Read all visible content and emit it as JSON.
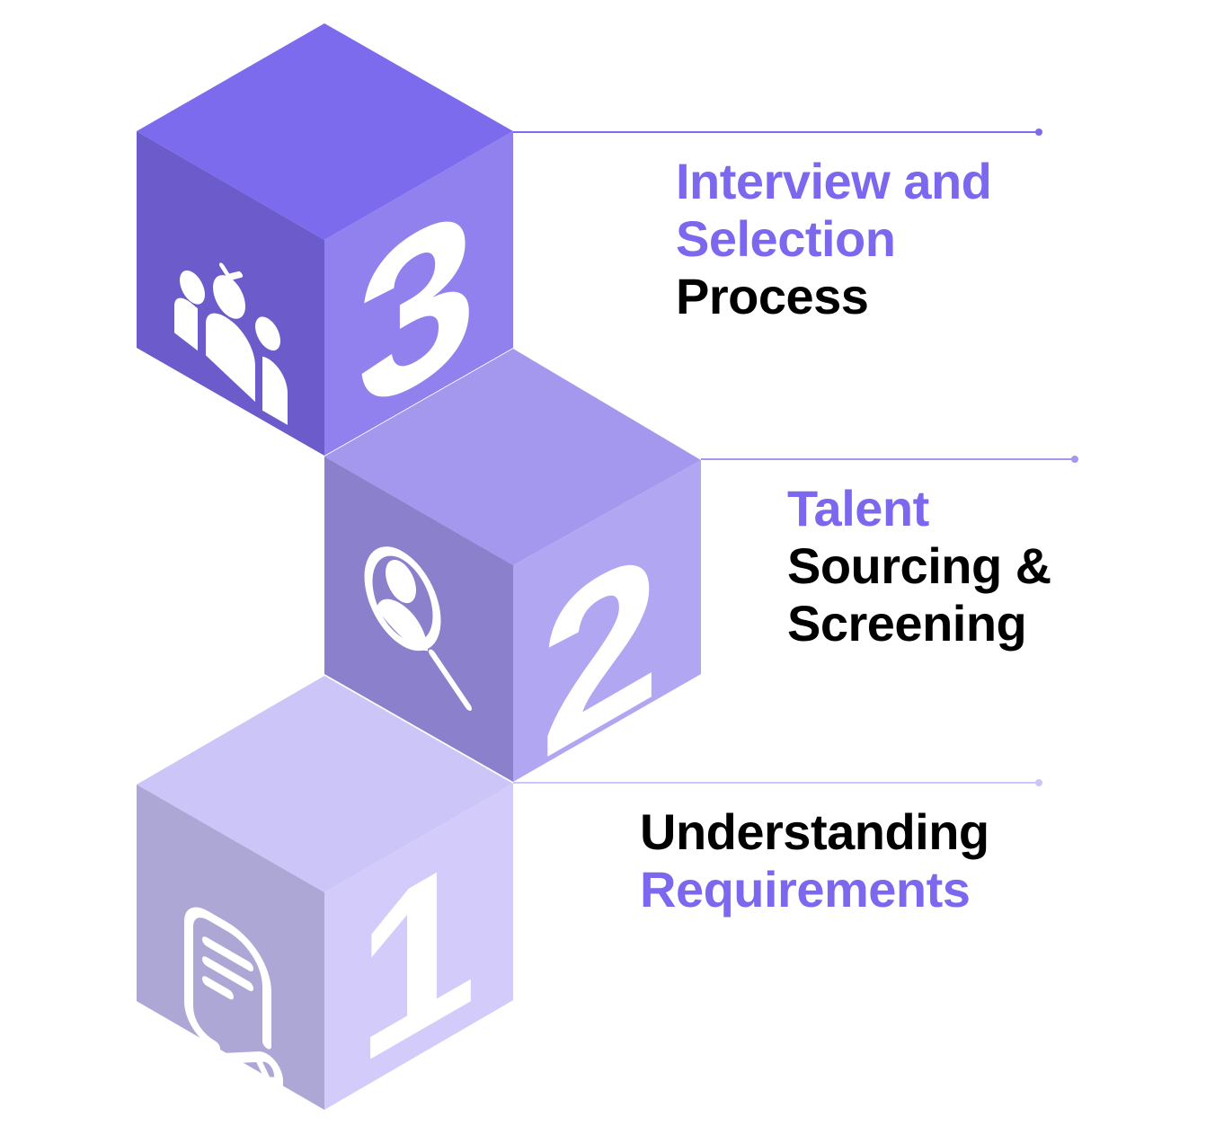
{
  "colors": {
    "accent": "#7B68EE",
    "text_dark": "#000000",
    "cube3": {
      "top": "#7D6BEE",
      "left": "#6B5BCB",
      "right": "#9181EE"
    },
    "cube2": {
      "top": "#A397EE",
      "left": "#8A80CC",
      "right": "#B0A6F2"
    },
    "cube1": {
      "top": "#CCC5F7",
      "left": "#ADA7D6",
      "right": "#D3CCFA"
    },
    "connector3": "#7D6BEE",
    "connector2": "#A397EE",
    "connector1": "#CCC5F7"
  },
  "steps": [
    {
      "number": "1",
      "icon": "document-edit-icon",
      "lines": [
        {
          "text": "Understanding",
          "tone": "dark"
        },
        {
          "text": "Requirements",
          "tone": "accent"
        }
      ]
    },
    {
      "number": "2",
      "icon": "search-person-icon",
      "lines": [
        {
          "text": "Talent",
          "tone": "accent"
        },
        {
          "text": "Sourcing &",
          "tone": "dark"
        },
        {
          "text": "Screening",
          "tone": "dark"
        }
      ]
    },
    {
      "number": "3",
      "icon": "team-selection-icon",
      "lines": [
        {
          "text": "Interview and",
          "tone": "accent"
        },
        {
          "text": "Selection",
          "tone": "accent"
        },
        {
          "text": "Process",
          "tone": "dark"
        }
      ]
    }
  ]
}
